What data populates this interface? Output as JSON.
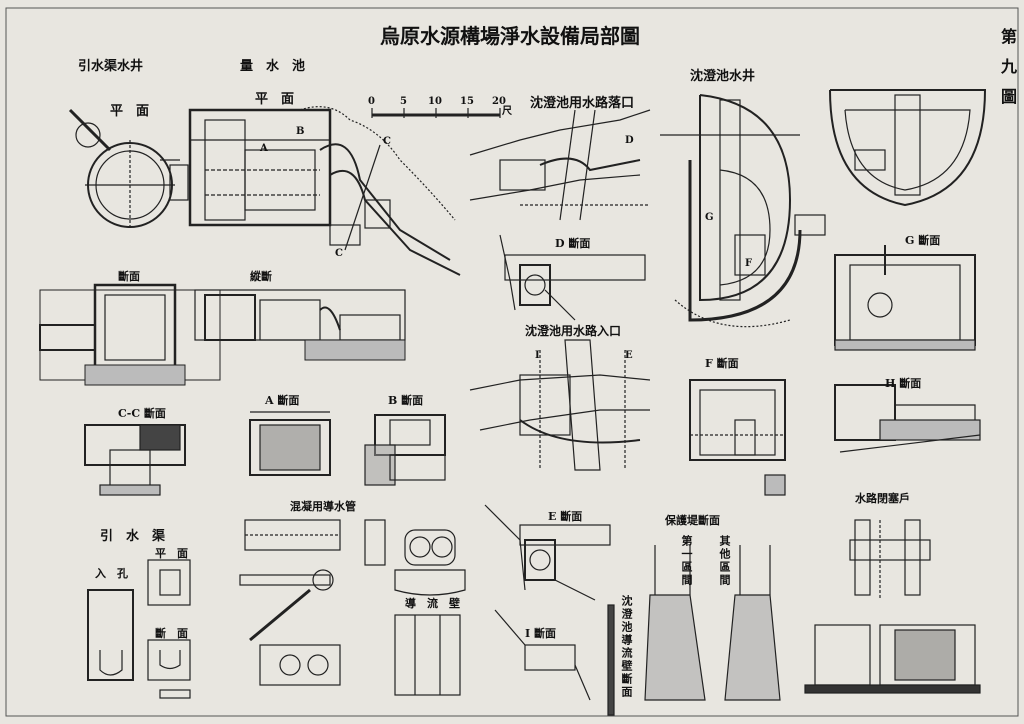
{
  "title": "烏原水源構場淨水設備局部圖",
  "plate_number": "第九圖",
  "scale": {
    "ticks": [
      "0",
      "5",
      "10",
      "15",
      "20"
    ],
    "unit": "尺"
  },
  "labels": {
    "intake_well": "引水渠水井",
    "intake_well_plan": "平　面",
    "measuring_basin": "量　水　池",
    "measuring_basin_plan": "平　面",
    "sedimentation_drop": "沈澄池用水路落口",
    "sedimentation_well": "沈澄池水井",
    "section": "斷面",
    "longitudinal_section": "縱斷",
    "section_d": "D 斷面",
    "section_g": "G 斷面",
    "sedimentation_inlet": "沈澄池用水路入口",
    "section_f": "F 斷面",
    "section_h": "H 斷面",
    "section_cc": "C-C 斷面",
    "section_a": "A 斷面",
    "section_b": "B 斷面",
    "concrete_pipe": "混凝用導水管",
    "section_e": "E 斷面",
    "protection_bank": "保護堤斷面",
    "sluice_gate": "水路閉塞戶",
    "intake_channel": "引　水　渠",
    "inlet_hole": "入　孔",
    "plan_small": "平　面",
    "guide_wall": "導　流　壁",
    "section_i": "I 斷面",
    "sedimentation_guide_wall": "沈澄池導流壁斷面",
    "first_interval": "第一區間",
    "other_interval": "其他區間",
    "section_small": "斷　面"
  },
  "markers": [
    "A",
    "B",
    "C",
    "C",
    "D",
    "E",
    "F",
    "G",
    "I"
  ]
}
